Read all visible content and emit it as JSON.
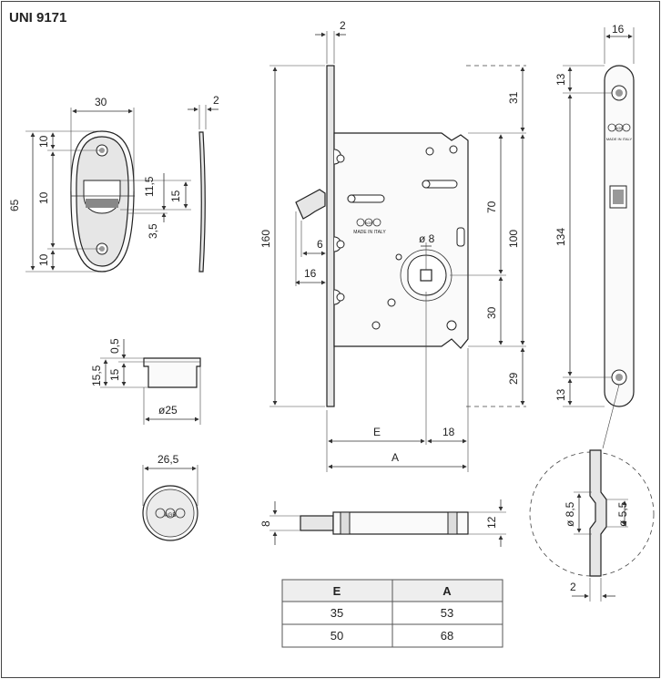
{
  "title": "UNI 9171",
  "escutcheon": {
    "width": "30",
    "thickness": "2",
    "height": "65",
    "seg_top": "10",
    "seg_mid": "10",
    "seg_bot": "10",
    "slot_a": "11,5",
    "slot_b": "15",
    "slot_c": "3,5"
  },
  "cup": {
    "lip": "0,5",
    "outer_h": "15,5",
    "inner_h": "15",
    "diameter": "ø25"
  },
  "rosette": {
    "diameter": "26,5",
    "logo": "AGB"
  },
  "lock_body": {
    "plate_thk": "2",
    "height": "160",
    "dim_6": "6",
    "dim_16": "16",
    "dim_E": "E",
    "dim_18": "18",
    "dim_A": "A",
    "square": "ø 8",
    "logo": "AGB",
    "made_in": "MADE IN ITALY"
  },
  "right_dims": {
    "d31": "31",
    "d70": "70",
    "d100": "100",
    "d30": "30",
    "d29": "29"
  },
  "faceplate": {
    "width": "16",
    "d13_top": "13",
    "d134": "134",
    "d13_bot": "13",
    "logo": "AGB",
    "made_in": "MADE IN ITALY"
  },
  "detail": {
    "d85": "ø 8,5",
    "d55": "ø 5,5",
    "thk": "2"
  },
  "spindle": {
    "d8": "8",
    "d12": "12"
  },
  "table": {
    "headers": [
      "E",
      "A"
    ],
    "rows": [
      [
        "35",
        "53"
      ],
      [
        "50",
        "68"
      ]
    ]
  }
}
